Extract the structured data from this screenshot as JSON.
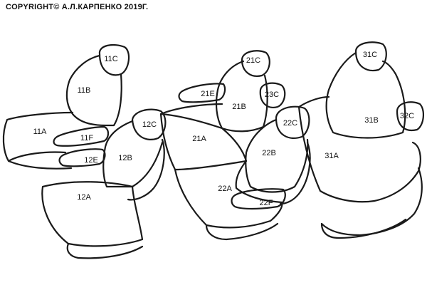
{
  "copyright": "COPYRIGHT© А.Л.КАРПЕНКО 2019Г.",
  "parts": {
    "p11C": "11C",
    "p11B": "11B",
    "p11A": "11A",
    "p11F": "11F",
    "p12E": "12E",
    "p12C": "12C",
    "p12B": "12B",
    "p12A": "12A",
    "p21E": "21E",
    "p21C": "21C",
    "p21B": "21B",
    "p23C": "23C",
    "p21A": "21A",
    "p22C": "22C",
    "p22B": "22B",
    "p22A": "22A",
    "p22F": "22F",
    "p31C": "31C",
    "p31B": "31B",
    "p32C": "32C",
    "p31A": "31A"
  },
  "colors": {
    "line": "#1a1a1a",
    "text": "#111111",
    "background": "#ffffff"
  }
}
